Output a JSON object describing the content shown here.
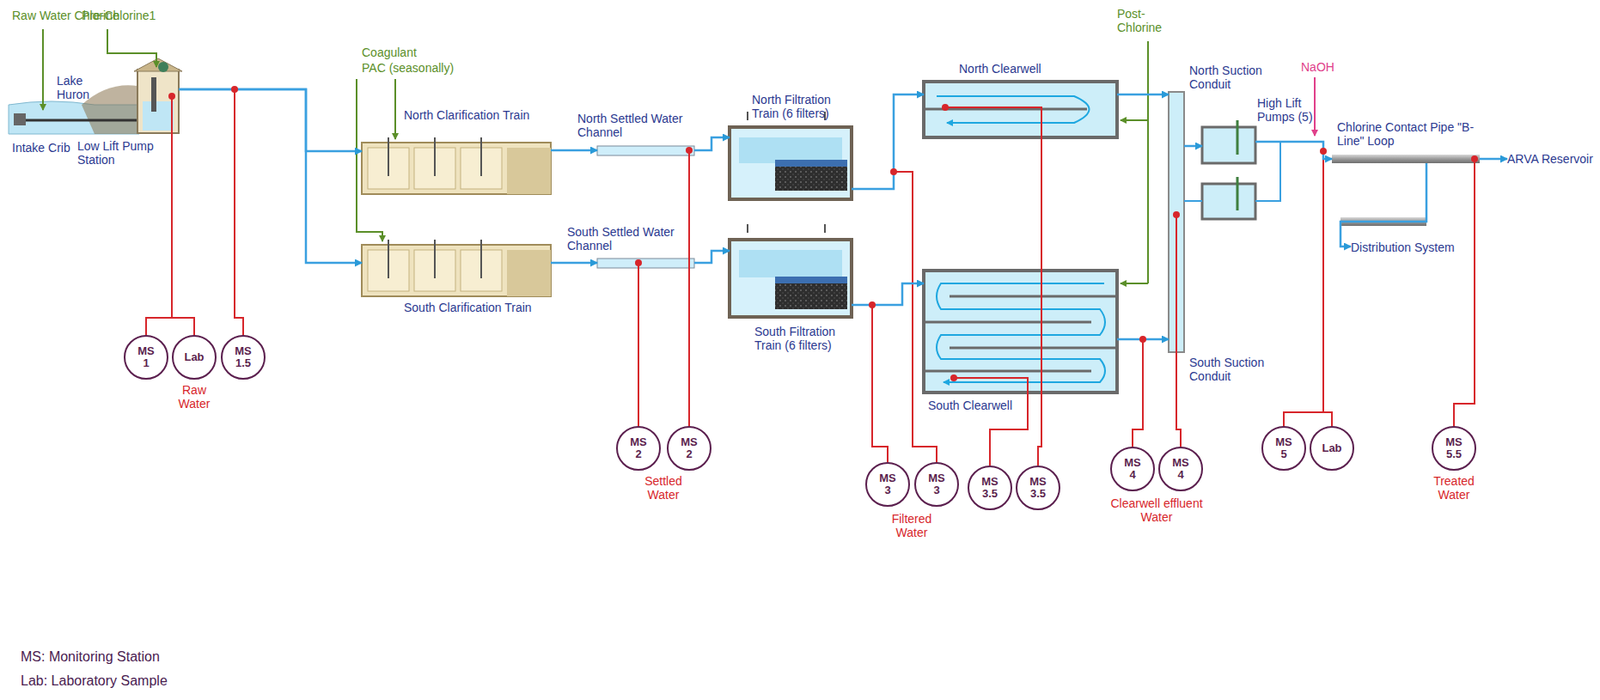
{
  "diagram": {
    "nodes": [
      {
        "text": [
          "Low Lift Pump Station"
        ]
      },
      {
        "text": [
          "North Clarification Train"
        ]
      },
      {
        "text": [
          "South Clarification Train"
        ]
      },
      {
        "text": [
          "North Settled Water Channel"
        ]
      },
      {
        "text": [
          "South Settled Water Channel"
        ]
      },
      {
        "text": [
          "North Filtration Train (6 filters)"
        ]
      },
      {
        "text": [
          "South Filtration Train (6 filters)"
        ]
      },
      {
        "text": [
          "North Clearwell"
        ]
      },
      {
        "text": [
          "South Clearwell"
        ]
      },
      {
        "text": [
          "North Suction Conduit",
          "South Suction Conduit"
        ]
      },
      {
        "text": [
          "High Lift Pumps (5)"
        ]
      },
      {
        "text": [
          "Chlorine Contact Pipe \"B-Line\" Loop"
        ]
      },
      {
        "text": [
          "ARVA Reservoir"
        ]
      },
      {
        "text": [
          "Distribution System"
        ]
      },
      {
        "text": [
          "MS 1"
        ]
      },
      {
        "text": [
          "Lab"
        ]
      },
      {
        "text": [
          "MS 1.5"
        ]
      },
      {
        "text": [
          "MS 2"
        ]
      },
      {
        "text": [
          "MS 2"
        ]
      },
      {
        "text": [
          "MS 3"
        ]
      },
      {
        "text": [
          "MS 3"
        ]
      },
      {
        "text": [
          "MS 3.5"
        ]
      },
      {
        "text": [
          "MS 3.5"
        ]
      },
      {
        "text": [
          "MS 4"
        ]
      },
      {
        "text": [
          "MS 4"
        ]
      },
      {
        "text": [
          "MS 5"
        ]
      },
      {
        "text": [
          "Lab"
        ]
      },
      {
        "text": [
          "MS 5.5"
        ]
      }
    ],
    "edges": [
      {
        "from": 0,
        "to": 1,
        "arrow": "to"
      },
      {
        "from": 0,
        "to": 2,
        "arrow": "to"
      },
      {
        "from": 1,
        "to": 3,
        "arrow": "to"
      },
      {
        "from": 2,
        "to": 4,
        "arrow": "to"
      },
      {
        "from": 3,
        "to": 5,
        "arrow": "to"
      },
      {
        "from": 4,
        "to": 6,
        "arrow": "to"
      },
      {
        "from": 5,
        "to": 7,
        "arrow": "to"
      },
      {
        "from": 6,
        "to": 8,
        "arrow": "to"
      },
      {
        "from": 7,
        "to": 9,
        "arrow": "to"
      },
      {
        "from": 8,
        "to": 9,
        "arrow": "to"
      },
      {
        "from": 9,
        "to": 10,
        "arrow": "to"
      },
      {
        "from": 10,
        "to": 11,
        "arrow": "to"
      },
      {
        "from": 11,
        "to": 12,
        "arrow": "to"
      },
      {
        "from": 11,
        "to": 13,
        "arrow": "to"
      }
    ],
    "labels": [
      "Raw Water Chlorine",
      "Pre-Chlorine1",
      "Lake Huron",
      "Intake Crib",
      "Coagulant",
      "PAC (seasonally)",
      "Post-Chlorine",
      "NaOH",
      "Raw Water",
      "Settled Water",
      "Filtered Water",
      "Clearwell effluent Water",
      "Treated Water",
      "MS: Monitoring Station",
      "Lab: Laboratory Sample"
    ]
  }
}
